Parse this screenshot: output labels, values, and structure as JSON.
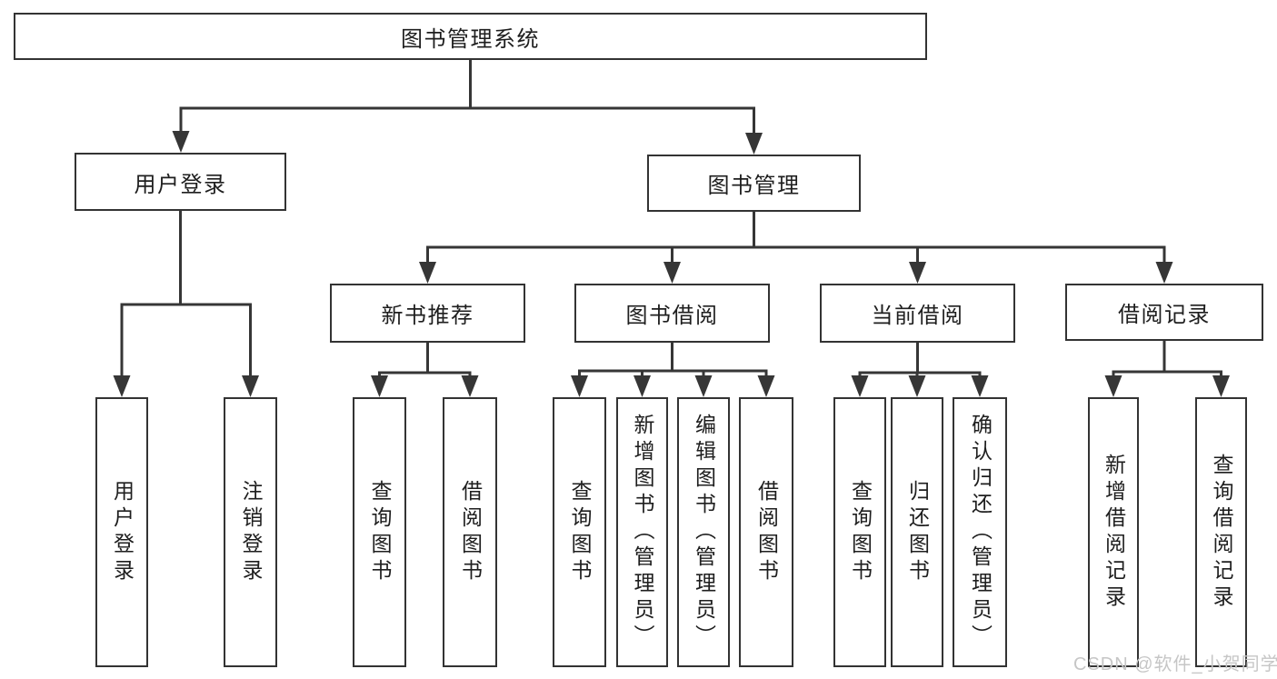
{
  "diagram": {
    "type": "tree",
    "title": "图书管理系统",
    "colors": {
      "line": "#363636",
      "box_border": "#333333",
      "text": "#1e1e1e",
      "background": "#ffffff",
      "watermark": "#c6c6c6"
    },
    "nodes": {
      "root": {
        "label": "图书管理系统",
        "children": [
          "login",
          "mgmt"
        ]
      },
      "login": {
        "label": "用户登录",
        "children": [
          "login_user",
          "login_logout"
        ]
      },
      "mgmt": {
        "label": "图书管理",
        "children": [
          "newbook",
          "borrow",
          "current",
          "record"
        ]
      },
      "newbook": {
        "label": "新书推荐",
        "children": [
          "new_query",
          "new_borrow"
        ]
      },
      "borrow": {
        "label": "图书借阅",
        "children": [
          "b_query",
          "b_add",
          "b_edit",
          "b_borrow"
        ]
      },
      "current": {
        "label": "当前借阅",
        "children": [
          "c_query",
          "c_return",
          "c_confirm"
        ]
      },
      "record": {
        "label": "借阅记录",
        "children": [
          "r_add",
          "r_query"
        ]
      },
      "login_user": {
        "label": "用户登录"
      },
      "login_logout": {
        "label": "注销登录"
      },
      "new_query": {
        "label": "查询图书"
      },
      "new_borrow": {
        "label": "借阅图书"
      },
      "b_query": {
        "label": "查询图书"
      },
      "b_add": {
        "label": "新增图书（管理员）"
      },
      "b_edit": {
        "label": "编辑图书（管理员）"
      },
      "b_borrow": {
        "label": "借阅图书"
      },
      "c_query": {
        "label": "查询图书"
      },
      "c_return": {
        "label": "归还图书"
      },
      "c_confirm": {
        "label": "确认归还（管理员）"
      },
      "r_add": {
        "label": "新增借阅记录"
      },
      "r_query": {
        "label": "查询借阅记录"
      }
    },
    "watermark": "CSDN @软件_小贺同学"
  }
}
